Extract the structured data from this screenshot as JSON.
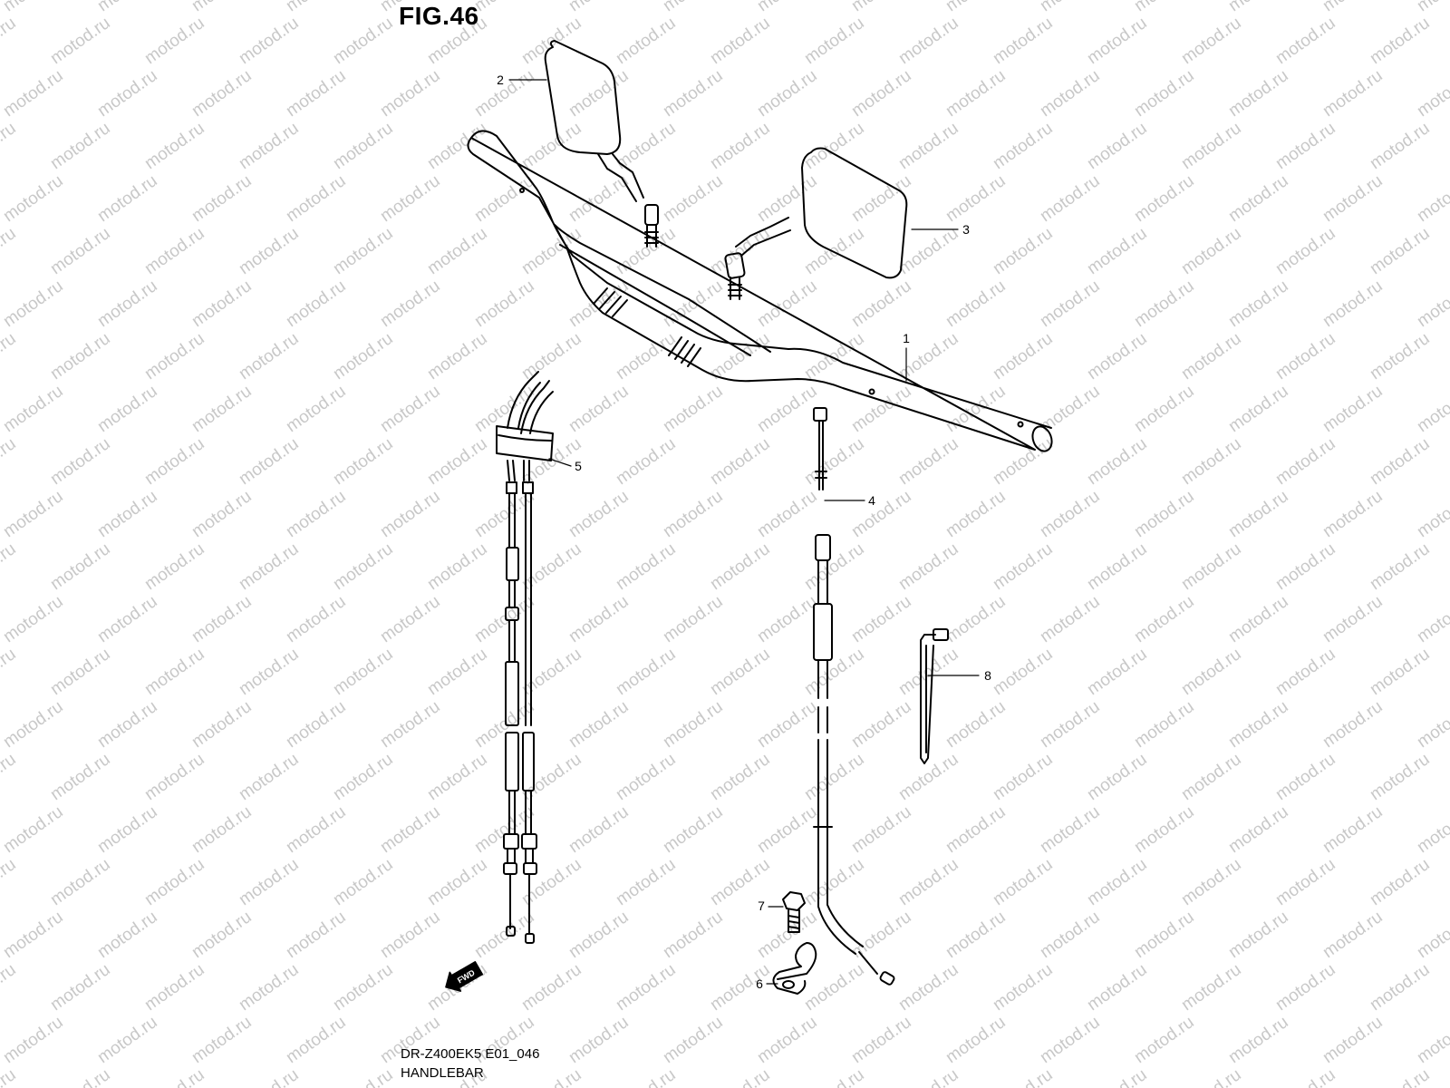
{
  "figure": {
    "title": "FIG.46",
    "code": "DR-Z400EK5 E01_046",
    "name": "HANDLEBAR"
  },
  "watermark": {
    "text": "motod.ru",
    "color": "#c8c8c8"
  },
  "callouts": [
    {
      "id": "1",
      "part": "handlebar"
    },
    {
      "id": "2",
      "part": "left-mirror"
    },
    {
      "id": "3",
      "part": "right-mirror"
    },
    {
      "id": "4",
      "part": "clutch-cable"
    },
    {
      "id": "5",
      "part": "throttle-cable-set"
    },
    {
      "id": "6",
      "part": "cable-clamp"
    },
    {
      "id": "7",
      "part": "bolt"
    },
    {
      "id": "8",
      "part": "cable-tie"
    }
  ],
  "fwd_marker": {
    "label": "FWD"
  }
}
